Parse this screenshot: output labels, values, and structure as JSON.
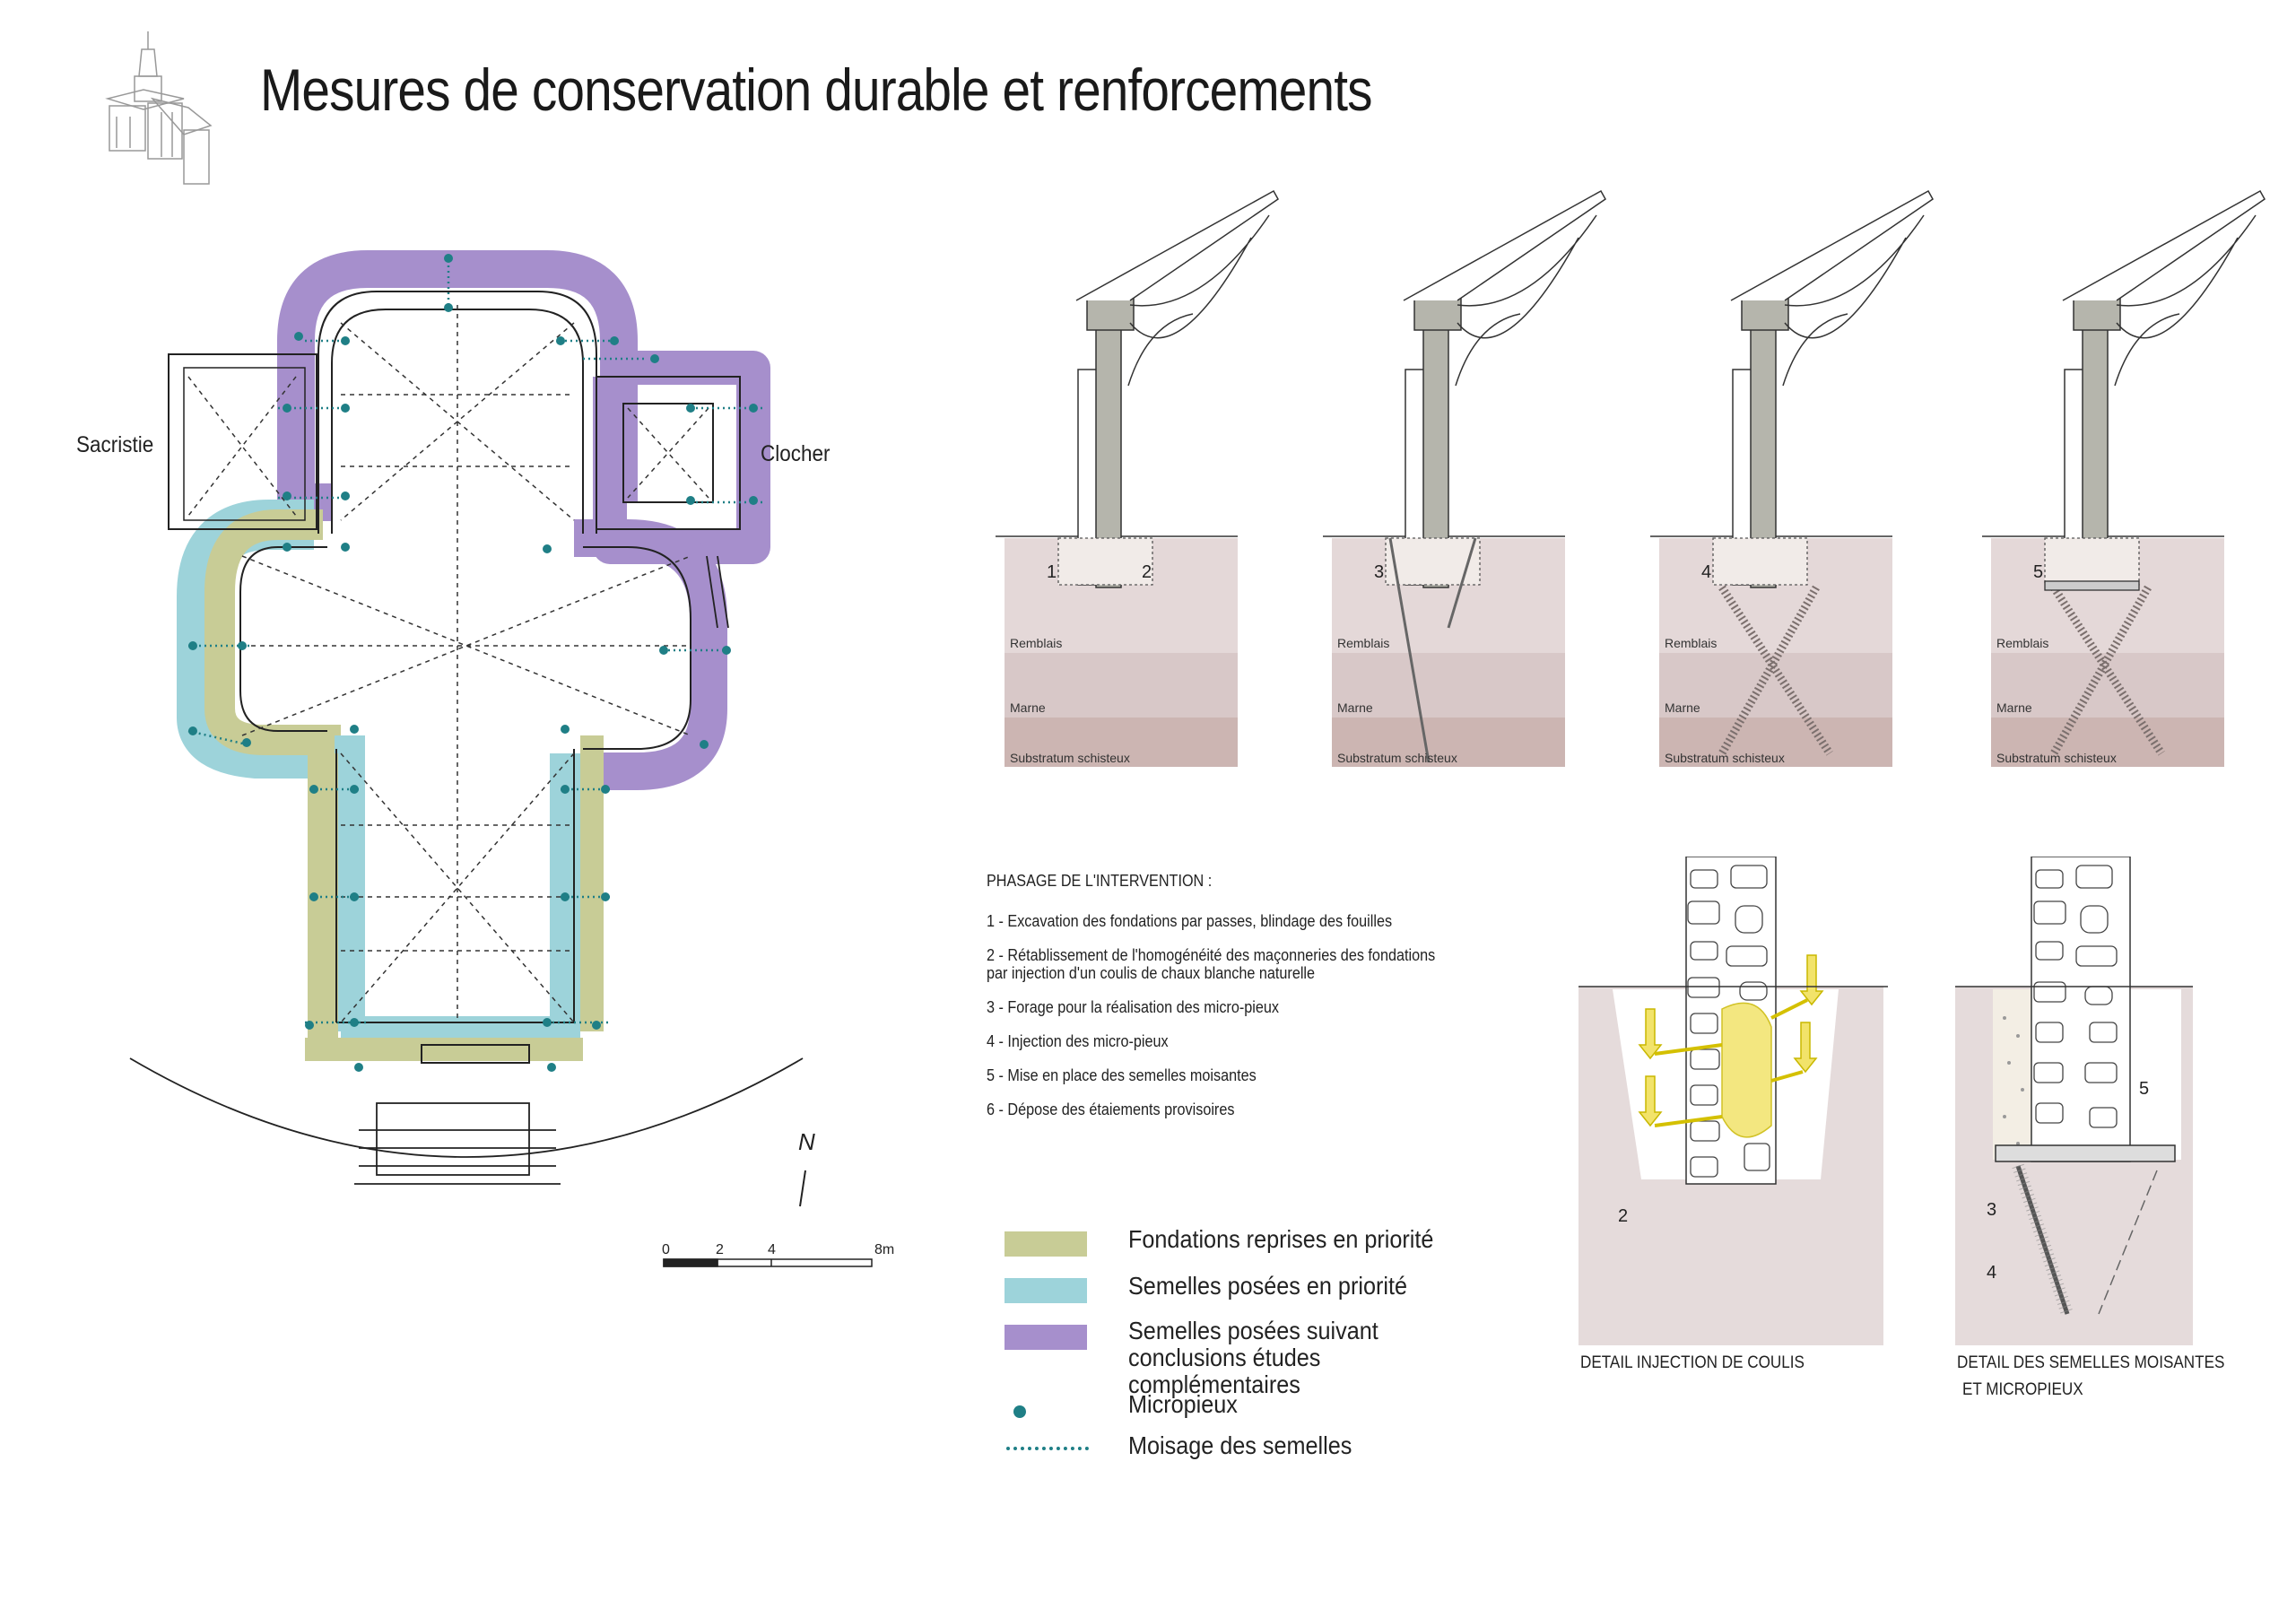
{
  "title": "Mesures de conservation durable et renforcements",
  "plan": {
    "label_sacristie": "Sacristie",
    "label_clocher": "Clocher",
    "north": "N",
    "scale": [
      "0",
      "2",
      "4",
      "8m"
    ]
  },
  "sections": {
    "layers": [
      "Remblais",
      "Marne",
      "Substratum schisteux"
    ],
    "steps": [
      {
        "labels": [
          "1",
          "2"
        ]
      },
      {
        "labels": [
          "3"
        ]
      },
      {
        "labels": [
          "4"
        ]
      },
      {
        "labels": [
          "5"
        ]
      }
    ]
  },
  "phasage": {
    "title": "PHASAGE DE L'INTERVENTION :",
    "items": [
      "1 - Excavation des fondations par passes, blindage des fouilles",
      "2 - Rétablissement de l'homogénéité des maçonneries des fondations par injection d'un coulis de chaux blanche naturelle",
      "3 - Forage pour la réalisation des micro-pieux",
      "4 - Injection des micro-pieux",
      "5 - Mise en place des semelles moisantes",
      "6 - Dépose des étaiements provisoires"
    ]
  },
  "legend": [
    {
      "label": "Fondations reprises en priorité",
      "color": "#c8cc96",
      "kind": "swatch"
    },
    {
      "label": "Semelles posées en priorité",
      "color": "#9dd3da",
      "kind": "swatch"
    },
    {
      "label": "Semelles posées suivant conclusions études complémentaires",
      "color": "#a68fcc",
      "kind": "swatch"
    },
    {
      "label": "Micropieux",
      "color": "#1f7f86",
      "kind": "dot"
    },
    {
      "label": "Moisage des semelles",
      "color": "#1f7f86",
      "kind": "dotted"
    }
  ],
  "details": {
    "injection": {
      "caption": "DETAIL INJECTION DE COULIS",
      "label": "2"
    },
    "semelles": {
      "caption_line1": "DETAIL DES SEMELLES MOISANTES",
      "caption_line2": "ET MICROPIEUX",
      "labels": [
        "3",
        "4",
        "5"
      ]
    }
  },
  "colors": {
    "olive": "#c8cc96",
    "cyan": "#9dd3da",
    "purple": "#a68fcc",
    "teal": "#1f7f86",
    "soil_top": "#e4d8d8",
    "soil_mid": "#d8c8c8",
    "soil_bottom": "#ccb5b2"
  }
}
